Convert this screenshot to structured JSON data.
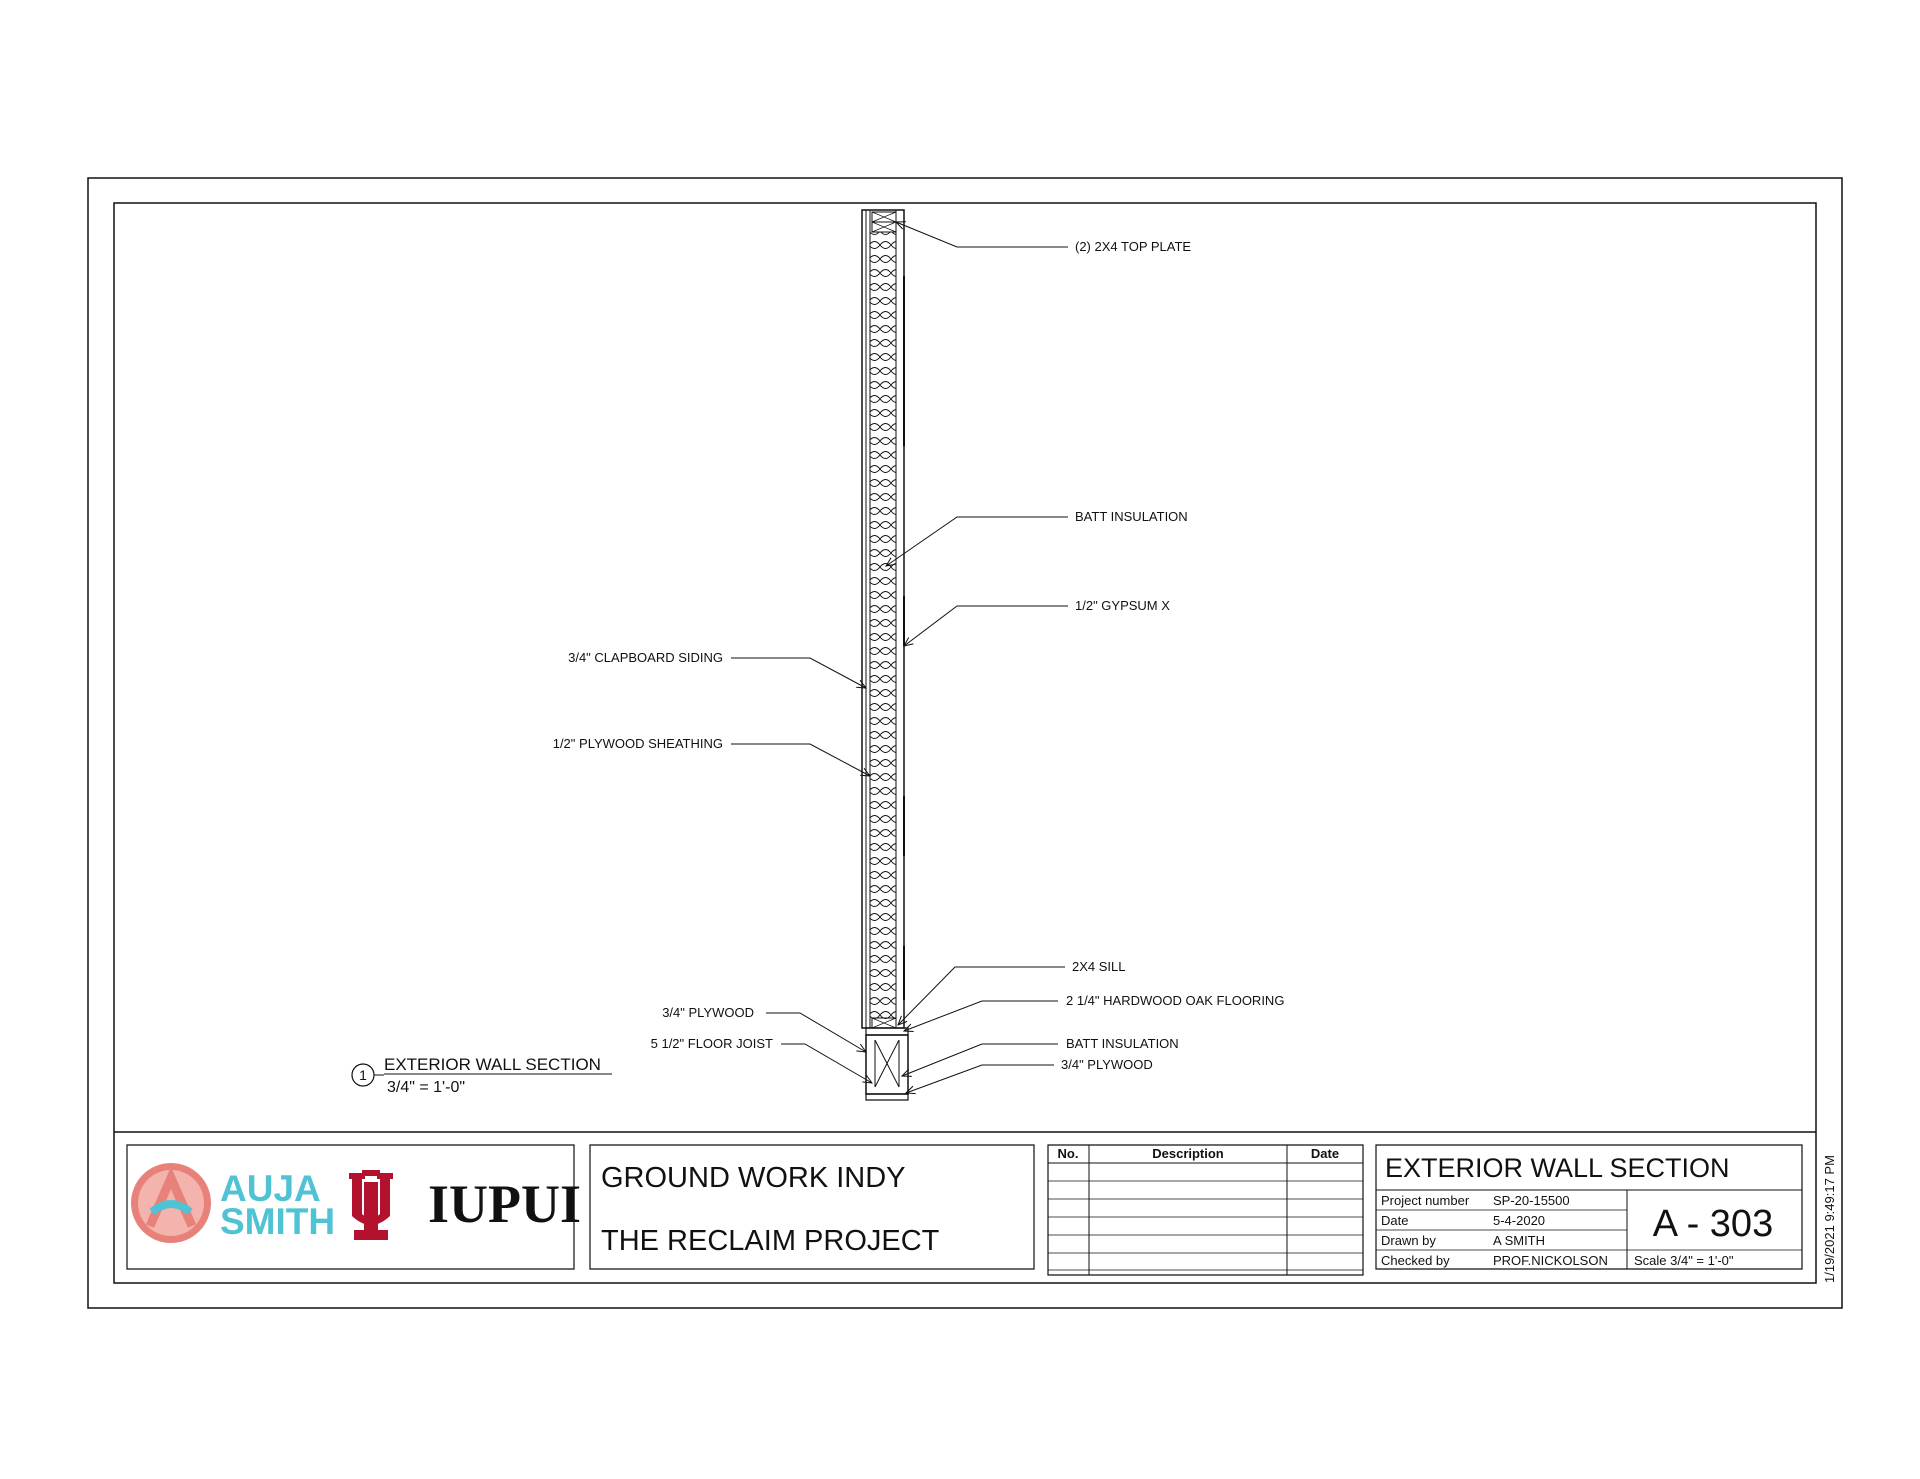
{
  "drawing": {
    "callouts_right": [
      {
        "text": "(2) 2X4 TOP PLATE"
      },
      {
        "text": "BATT INSULATION"
      },
      {
        "text": "1/2\" GYPSUM X"
      },
      {
        "text": "2X4 SILL"
      },
      {
        "text": "2 1/4\" HARDWOOD OAK FLOORING"
      },
      {
        "text": "BATT INSULATION"
      },
      {
        "text": "3/4\" PLYWOOD"
      }
    ],
    "callouts_left": [
      {
        "text": "3/4\" CLAPBOARD SIDING"
      },
      {
        "text": "1/2\" PLYWOOD SHEATHING"
      },
      {
        "text": "3/4\" PLYWOOD"
      },
      {
        "text": "5 1/2\" FLOOR JOIST"
      }
    ],
    "view_title": {
      "number": "1",
      "name": "EXTERIOR WALL SECTION",
      "scale": "3/4\" = 1'-0\""
    }
  },
  "title_block": {
    "logos": {
      "auja_line1": "AUJA",
      "auja_line2": "SMITH",
      "iupui": "IUPUI"
    },
    "project_title_line1": "GROUND WORK INDY",
    "project_title_line2": "THE RECLAIM PROJECT",
    "revision_headers": [
      "No.",
      "Description",
      "Date"
    ],
    "sheet_name": "EXTERIOR WALL SECTION",
    "fields": [
      {
        "label": "Project number",
        "value": "SP-20-15500"
      },
      {
        "label": "Date",
        "value": "5-4-2020"
      },
      {
        "label": "Drawn by",
        "value": "A SMITH"
      },
      {
        "label": "Checked by",
        "value": "PROF.NICKOLSON"
      }
    ],
    "sheet_number": "A - 303",
    "scale": "Scale  3/4\" = 1'-0\""
  },
  "print_stamp": "1/19/2021 9:49:17 PM",
  "colors": {
    "auja_teal": "#4fc3d4",
    "auja_coral": "#e8817a",
    "iu_crimson": "#b3122e"
  }
}
